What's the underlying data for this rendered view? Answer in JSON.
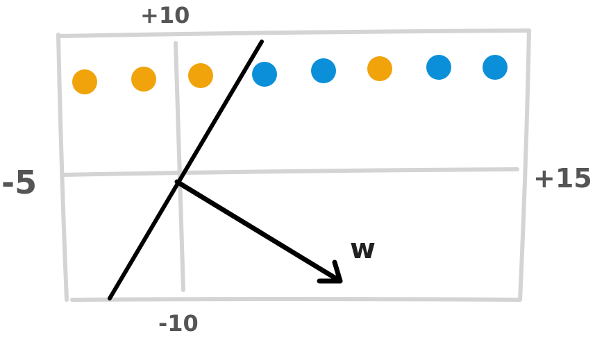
{
  "axis_labels": {
    "top": "+10",
    "bottom": "-10",
    "left": "-5",
    "right": "+15"
  },
  "vector_label": "w",
  "colors": {
    "grid": "#d4d4d4",
    "line": "#000000",
    "class_a": "#f0a30a",
    "class_b": "#0b8fd9",
    "label": "#555555"
  },
  "points": [
    {
      "class": "class_a"
    },
    {
      "class": "class_a"
    },
    {
      "class": "class_a"
    },
    {
      "class": "class_b"
    },
    {
      "class": "class_b"
    },
    {
      "class": "class_a"
    },
    {
      "class": "class_b"
    },
    {
      "class": "class_b"
    }
  ]
}
